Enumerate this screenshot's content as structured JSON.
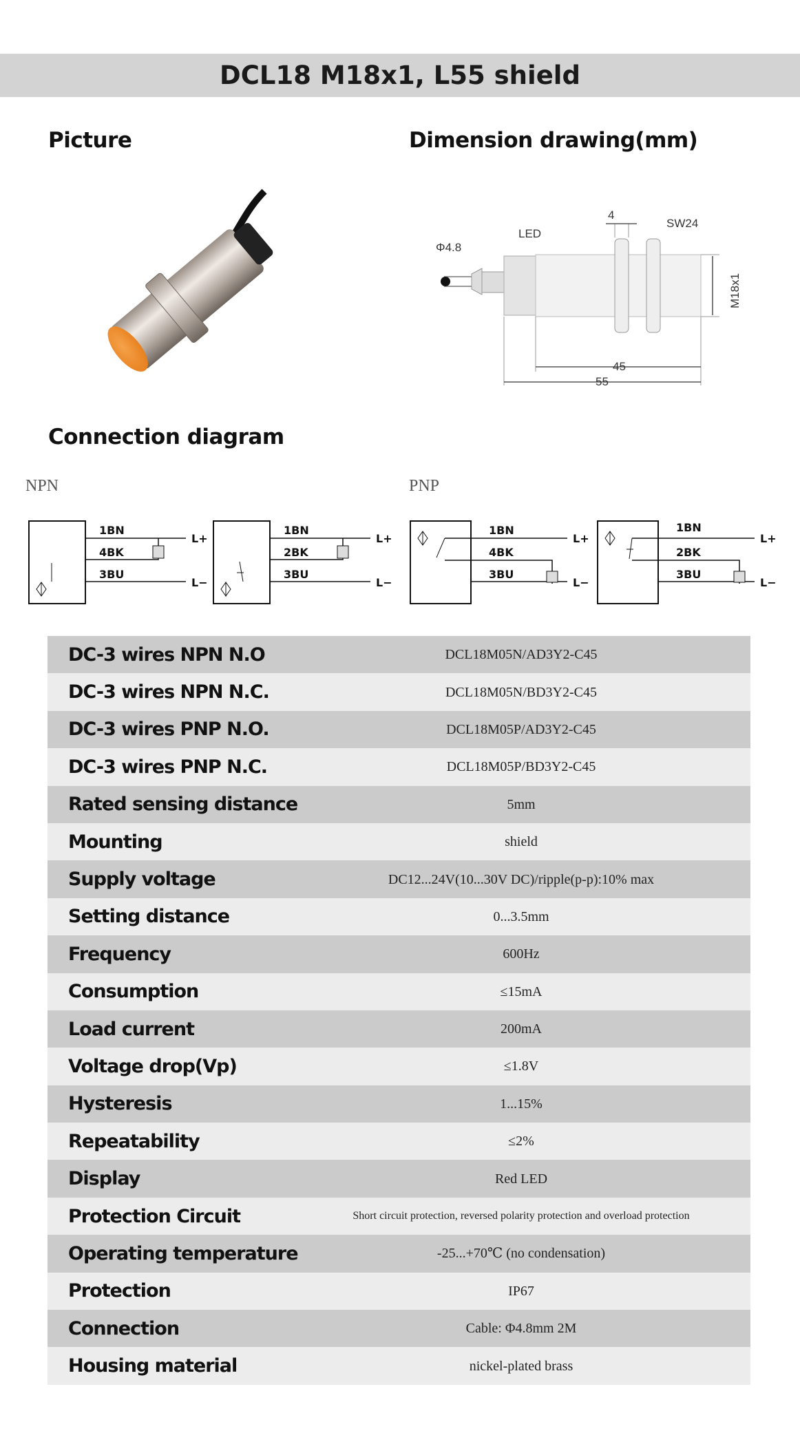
{
  "title": "DCL18 M18x1, L55 shield",
  "sections": {
    "picture": "Picture",
    "dimension": "Dimension drawing(mm)",
    "connection": "Connection diagram"
  },
  "dimension_labels": {
    "led": "LED",
    "cable": "Φ4.8",
    "nut_width": "4",
    "wrench": "SW24",
    "thread": "M18x1",
    "len45": "45",
    "len55": "55"
  },
  "connection": {
    "npn_label": "NPN",
    "pnp_label": "PNP",
    "wires": {
      "bn": "1BN",
      "bk4": "4BK",
      "bk2": "2BK",
      "bu": "3BU",
      "lplus": "L+",
      "lminus": "L−"
    }
  },
  "specs": [
    {
      "label": "DC-3 wires NPN N.O",
      "value": "DCL18M05N/AD3Y2-C45"
    },
    {
      "label": "DC-3 wires NPN N.C.",
      "value": "DCL18M05N/BD3Y2-C45"
    },
    {
      "label": "DC-3 wires PNP N.O.",
      "value": "DCL18M05P/AD3Y2-C45"
    },
    {
      "label": "DC-3 wires PNP N.C.",
      "value": "DCL18M05P/BD3Y2-C45"
    },
    {
      "label": "Rated sensing distance",
      "value": "5mm"
    },
    {
      "label": "Mounting",
      "value": "shield"
    },
    {
      "label": "Supply voltage",
      "value": "DC12...24V(10...30V DC)/ripple(p-p):10% max"
    },
    {
      "label": "Setting distance",
      "value": "0...3.5mm"
    },
    {
      "label": "Frequency",
      "value": "600Hz"
    },
    {
      "label": "Consumption",
      "value": "≤15mA"
    },
    {
      "label": "Load current",
      "value": "200mA"
    },
    {
      "label": "Voltage drop(Vp)",
      "value": "≤1.8V"
    },
    {
      "label": "Hysteresis",
      "value": "1...15%"
    },
    {
      "label": "Repeatability",
      "value": "≤2%"
    },
    {
      "label": "Display",
      "value": "Red LED"
    },
    {
      "label": "Protection Circuit",
      "value": "Short circuit protection, reversed polarity protection and overload protection"
    },
    {
      "label": "Operating temperature",
      "value": "-25...+70℃ (no condensation)"
    },
    {
      "label": "Protection",
      "value": "IP67"
    },
    {
      "label": "Connection",
      "value": "Cable: Φ4.8mm 2M"
    },
    {
      "label": "Housing material",
      "value": "nickel-plated brass"
    }
  ]
}
